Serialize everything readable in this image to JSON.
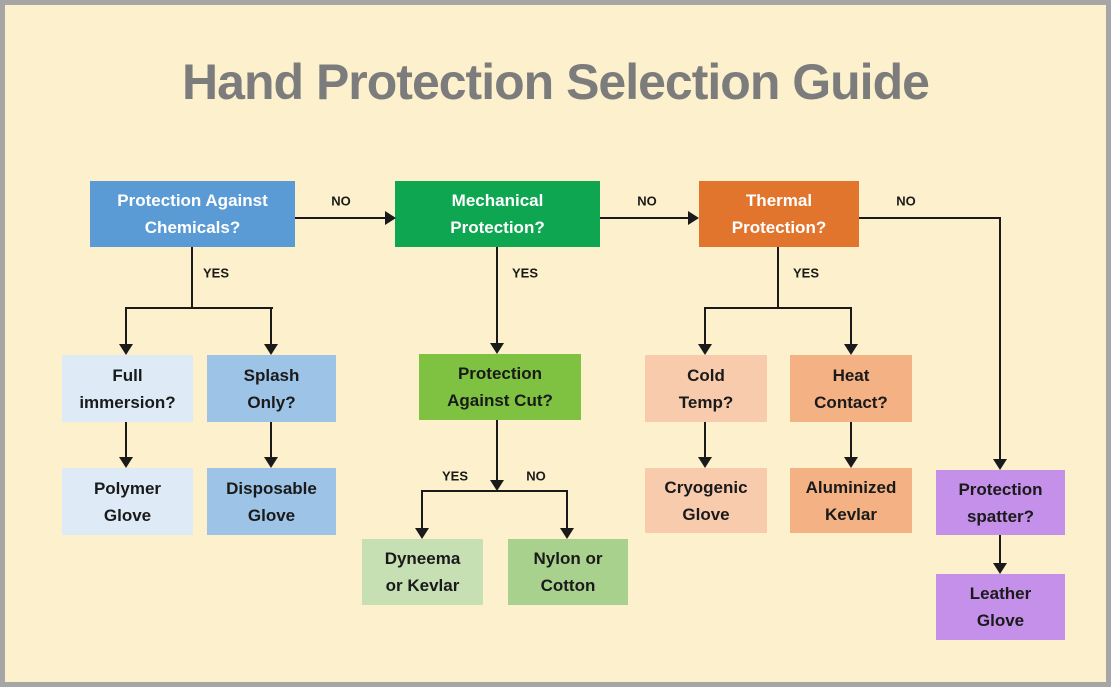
{
  "title": "Hand Protection Selection Guide",
  "decision_labels": {
    "yes": "YES",
    "no": "NO"
  },
  "palette": {
    "background": "#FCF1CC",
    "border_gray": "#A6A6A6",
    "title_gray": "#7C7C7C",
    "line_black": "#1A1A1A",
    "chemical_blue": "#5B9BD5",
    "chemical_blue_light": "#DEEBF7",
    "chemical_blue_mid": "#9DC3E6",
    "mechanical_green": "#0FA652",
    "cut_green": "#7FC241",
    "green_pale": "#C6E0B4",
    "green_soft": "#A9D18E",
    "thermal_orange": "#E2752E",
    "peach_light": "#F8CBAD",
    "peach_mid": "#F4B183",
    "spatter_purple": "#C490EA"
  },
  "nodes": {
    "chemicals": {
      "line1": "Protection Against",
      "line2": "Chemicals?"
    },
    "mechanical": {
      "line1": "Mechanical",
      "line2": "Protection?"
    },
    "thermal": {
      "line1": "Thermal",
      "line2": "Protection?"
    },
    "full_immersion": {
      "line1": "Full",
      "line2": "immersion?"
    },
    "splash_only": {
      "line1": "Splash",
      "line2": "Only?"
    },
    "polymer_glove": {
      "line1": "Polymer",
      "line2": "Glove"
    },
    "disposable_glove": {
      "line1": "Disposable",
      "line2": "Glove"
    },
    "against_cut": {
      "line1": "Protection",
      "line2": "Against Cut?"
    },
    "dyneema_kevlar": {
      "line1": "Dyneema",
      "line2": "or Kevlar"
    },
    "nylon_cotton": {
      "line1": "Nylon or",
      "line2": "Cotton"
    },
    "cold_temp": {
      "line1": "Cold",
      "line2": "Temp?"
    },
    "heat_contact": {
      "line1": "Heat",
      "line2": "Contact?"
    },
    "cryogenic_glove": {
      "line1": "Cryogenic",
      "line2": "Glove"
    },
    "aluminized_kevlar": {
      "line1": "Aluminized",
      "line2": "Kevlar"
    },
    "protection_spatter": {
      "line1": "Protection",
      "line2": "spatter?"
    },
    "leather_glove": {
      "line1": "Leather",
      "line2": "Glove"
    }
  },
  "edges": [
    {
      "from": "chemicals",
      "answer": "NO",
      "to": "mechanical"
    },
    {
      "from": "chemicals",
      "answer": "YES",
      "to": "full_immersion, splash_only"
    },
    {
      "from": "mechanical",
      "answer": "NO",
      "to": "thermal"
    },
    {
      "from": "mechanical",
      "answer": "YES",
      "to": "against_cut"
    },
    {
      "from": "thermal",
      "answer": "NO",
      "to": "protection_spatter"
    },
    {
      "from": "thermal",
      "answer": "YES",
      "to": "cold_temp, heat_contact"
    },
    {
      "from": "full_immersion",
      "answer": "",
      "to": "polymer_glove"
    },
    {
      "from": "splash_only",
      "answer": "",
      "to": "disposable_glove"
    },
    {
      "from": "against_cut",
      "answer": "YES",
      "to": "dyneema_kevlar"
    },
    {
      "from": "against_cut",
      "answer": "NO",
      "to": "nylon_cotton"
    },
    {
      "from": "cold_temp",
      "answer": "",
      "to": "cryogenic_glove"
    },
    {
      "from": "heat_contact",
      "answer": "",
      "to": "aluminized_kevlar"
    },
    {
      "from": "protection_spatter",
      "answer": "",
      "to": "leather_glove"
    }
  ]
}
